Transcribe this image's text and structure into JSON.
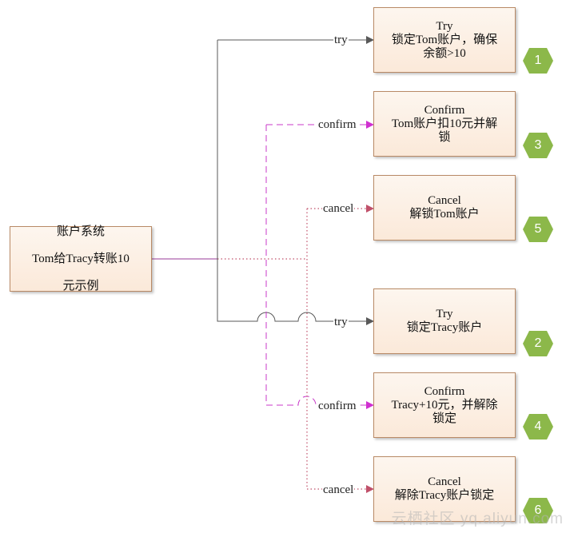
{
  "source": {
    "title": "账户系统",
    "line2": "Tom给Tracy转账10",
    "line3": "元示例"
  },
  "steps": [
    {
      "id": "try-tom",
      "title": "Try",
      "body": "锁定Tom账户，确保\n余额>10",
      "edge": "try",
      "badge": "1",
      "kind": "try"
    },
    {
      "id": "confirm-tom",
      "title": "Confirm",
      "body": "Tom账户扣10元并解\n锁",
      "edge": "confirm",
      "badge": "3",
      "kind": "confirm"
    },
    {
      "id": "cancel-tom",
      "title": "Cancel",
      "body": "解锁Tom账户",
      "edge": "cancel",
      "badge": "5",
      "kind": "cancel"
    },
    {
      "id": "try-tracy",
      "title": "Try",
      "body": "锁定Tracy账户",
      "edge": "try",
      "badge": "2",
      "kind": "try"
    },
    {
      "id": "confirm-tracy",
      "title": "Confirm",
      "body": "Tracy+10元，并解除\n锁定",
      "edge": "confirm",
      "badge": "4",
      "kind": "confirm"
    },
    {
      "id": "cancel-tracy",
      "title": "Cancel",
      "body": "解除Tracy账户锁定",
      "edge": "cancel",
      "badge": "6",
      "kind": "cancel"
    }
  ],
  "colors": {
    "try": "#595959",
    "confirm": "#c838c8",
    "cancel": "#c0506a",
    "badge": "#8cb84a",
    "box_border": "#b98a66"
  },
  "watermark": "云栖社区 yq.aliyun.com"
}
